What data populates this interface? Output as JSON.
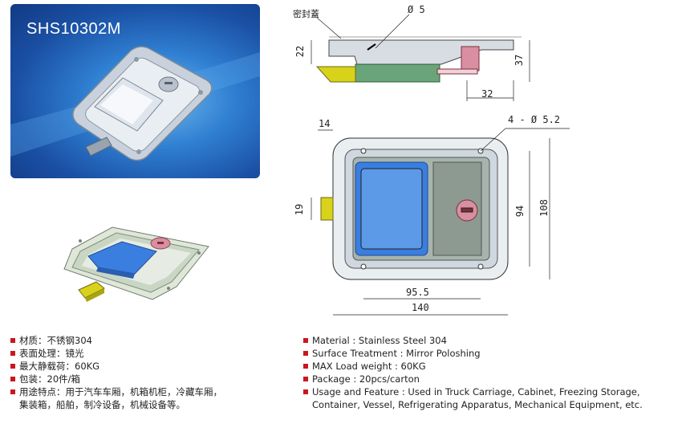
{
  "product": {
    "model": "SHS10302M"
  },
  "drawing": {
    "seal_label": "密封蓋",
    "dim_hole_top": "Ø 5",
    "dim_22": "22",
    "dim_37": "37",
    "dim_32": "32",
    "dim_14": "14",
    "dim_holes": "4 - Ø 5.2",
    "dim_19": "19",
    "dim_94": "94",
    "dim_108": "108",
    "dim_95_5": "95.5",
    "dim_140": "140"
  },
  "specs_cn": [
    "材质：不锈钢304",
    "表面处理：镜光",
    "最大静载荷：60KG",
    "包装：20件/箱",
    "用途特点：用于汽车车厢，机箱机柜，冷藏车厢，"
  ],
  "specs_cn_cont": "集装箱，船舶，制冷设备，机械设备等。",
  "specs_en": [
    "Material : Stainless Steel 304",
    "Surface Treatment : Mirror Poloshing",
    "MAX Load weight : 60KG",
    "Package : 20pcs/carton",
    "Usage and Feature : Used in Truck Carriage, Cabinet, Freezing Storage,"
  ],
  "specs_en_cont": "Container, Vessel, Refrigerating Apparatus, Mechanical Equipment, etc.",
  "colors": {
    "card_blue": "#1a4fa3",
    "bullet_red": "#c8181e",
    "paddle_blue": "#3a7ee0",
    "lock_pink": "#d98fa0",
    "latch_yellow": "#d8d21a",
    "body_green": "#6aa57a"
  }
}
